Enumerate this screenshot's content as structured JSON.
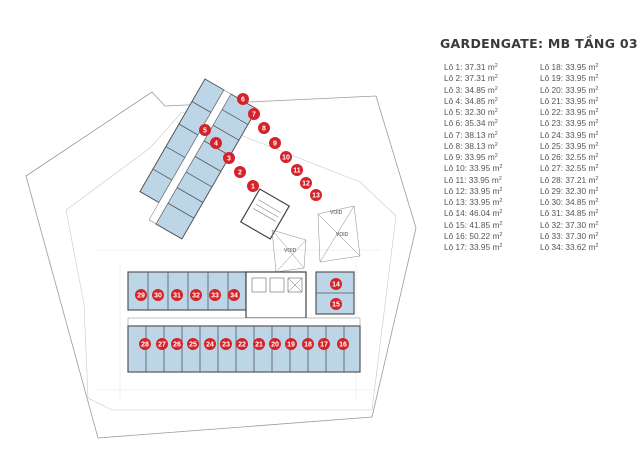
{
  "title": "GARDENGATE: MB TẦNG 03",
  "area_unit": "m²",
  "void_label": "VOID",
  "colors": {
    "unit_fill": "#bcd6e8",
    "unit_wall": "#555555",
    "marker": "#d5232a",
    "site_outline": "#9a9a9a"
  },
  "lots_col1": [
    {
      "label": "Lô 1: 37.31",
      "unit": "m2"
    },
    {
      "label": "Lô 2: 37.31",
      "unit": "m2"
    },
    {
      "label": "Lô 3: 34.85",
      "unit": "m2"
    },
    {
      "label": "Lô 4: 34.85",
      "unit": "m2"
    },
    {
      "label": "Lô 5: 32.30",
      "unit": "m2"
    },
    {
      "label": "Lô 6: 35.34",
      "unit": "m2"
    },
    {
      "label": "Lô 7: 38.13",
      "unit": "m2"
    },
    {
      "label": "Lô 8: 38.13",
      "unit": "m2"
    },
    {
      "label": "Lô 9: 33.95",
      "unit": "m2"
    },
    {
      "label": "Lô 10: 33.95",
      "unit": "m2"
    },
    {
      "label": "Lô 11: 33.95",
      "unit": "m2"
    },
    {
      "label": "Lô 12: 33.95",
      "unit": "m2"
    },
    {
      "label": "Lô 13: 33.95",
      "unit": "m2"
    },
    {
      "label": "Lô 14: 46.04",
      "unit": "m2"
    },
    {
      "label": "Lô 15: 41.85",
      "unit": "m2"
    },
    {
      "label": "Lô 16: 50.22",
      "unit": "m2"
    },
    {
      "label": "Lô 17: 33.95",
      "unit": "m2"
    }
  ],
  "lots_col2": [
    {
      "label": "Lô 18: 33.95",
      "unit": "m2"
    },
    {
      "label": "Lô 19: 33.95",
      "unit": "m2"
    },
    {
      "label": "Lô 20: 33.95",
      "unit": "m2"
    },
    {
      "label": "Lô 21: 33.95",
      "unit": "m2"
    },
    {
      "label": "Lô 22: 33.95",
      "unit": "m2"
    },
    {
      "label": "Lô 23: 33.95",
      "unit": "m2"
    },
    {
      "label": "Lô 24: 33.95",
      "unit": "m2"
    },
    {
      "label": "Lô 25: 33.95",
      "unit": "m2"
    },
    {
      "label": "Lô 26: 32.55",
      "unit": "m2"
    },
    {
      "label": "Lô 27: 32.55",
      "unit": "m2"
    },
    {
      "label": "Lô 28: 37.21",
      "unit": "m2"
    },
    {
      "label": "Lô 29: 32.30",
      "unit": "m2"
    },
    {
      "label": "Lô 30: 34.85",
      "unit": "m2"
    },
    {
      "label": "Lô 31: 34.85",
      "unit": "m2"
    },
    {
      "label": "Lô 32: 37.30",
      "unit": "m2"
    },
    {
      "label": "Lô 33: 37.30",
      "unit": "m2"
    },
    {
      "label": "Lô 34: 33.62",
      "unit": "m2"
    }
  ],
  "unit_markers": {
    "diagonal_wing_left": [
      "1",
      "2",
      "3",
      "4",
      "5"
    ],
    "diagonal_wing_right": [
      "6",
      "7",
      "8",
      "9",
      "10",
      "11",
      "12",
      "13"
    ],
    "east_units": [
      "14",
      "15"
    ],
    "south_row": [
      "28",
      "27",
      "26",
      "25",
      "24",
      "23",
      "22",
      "21",
      "20",
      "19",
      "18",
      "17",
      "16"
    ],
    "north_row": [
      "29",
      "30",
      "31",
      "32",
      "33",
      "34"
    ]
  }
}
